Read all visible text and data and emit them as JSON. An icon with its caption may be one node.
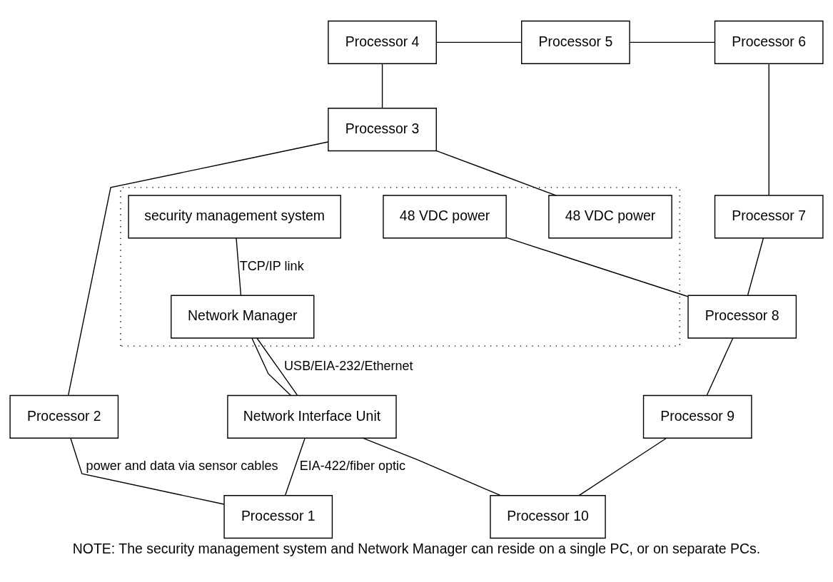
{
  "diagram": {
    "caption": "NOTE: The security management system and Network Manager can reside on a single PC, or on separate PCs.",
    "nodes": [
      {
        "text": [
          "Processor 4"
        ]
      },
      {
        "text": [
          "Processor 5"
        ]
      },
      {
        "text": [
          "Processor 6"
        ]
      },
      {
        "text": [],
        "shape": "box"
      },
      {
        "text": [
          "48 VDC power"
        ],
        "in": 3
      },
      {
        "text": [
          "48 VDC power"
        ],
        "in": 3
      },
      {
        "text": [
          "Processor 7"
        ]
      },
      {
        "text": [
          "Processor 3"
        ]
      },
      {
        "text": [
          "security management system"
        ],
        "in": 3
      },
      {
        "text": [
          "Processor 8"
        ]
      },
      {
        "text": [
          "Network Manager"
        ],
        "in": 3
      },
      {
        "text": [
          "Processor 2"
        ]
      },
      {
        "text": [
          "Network Interface Unit"
        ]
      },
      {
        "text": [
          "Processor 9"
        ]
      },
      {
        "text": [
          "Processor 1"
        ]
      },
      {
        "text": [
          "Processor 10"
        ]
      }
    ],
    "edges": [
      {
        "from": 0,
        "to": 7,
        "arrow": "none"
      },
      {
        "from": 0,
        "to": 1,
        "arrow": "none"
      },
      {
        "from": 1,
        "to": 2,
        "arrow": "none"
      },
      {
        "from": 2,
        "to": 6,
        "arrow": "none"
      },
      {
        "from": 6,
        "to": 9,
        "arrow": "none"
      },
      {
        "from": 9,
        "to": 13,
        "arrow": "none"
      },
      {
        "from": 13,
        "to": 15,
        "arrow": "none"
      },
      {
        "from": 12,
        "to": 15,
        "arrow": "none"
      },
      {
        "from": 12,
        "to": 14,
        "label": "EIA-422/fiber optic",
        "arrow": "none"
      },
      {
        "from": 11,
        "to": 14,
        "label": "power and data via sensor cables",
        "arrow": "none"
      },
      {
        "from": 7,
        "to": 11,
        "arrow": "none"
      },
      {
        "from": 7,
        "to": 4,
        "arrow": "none"
      },
      {
        "from": 5,
        "to": 9,
        "arrow": "none"
      },
      {
        "from": 8,
        "to": 10,
        "label": "TCP/IP link",
        "arrow": "none"
      },
      {
        "from": 10,
        "to": 12,
        "arrow": "none"
      },
      {
        "from": 10,
        "to": 12,
        "label": "USB/EIA-232/Ethernet",
        "arrow": "none"
      }
    ]
  }
}
